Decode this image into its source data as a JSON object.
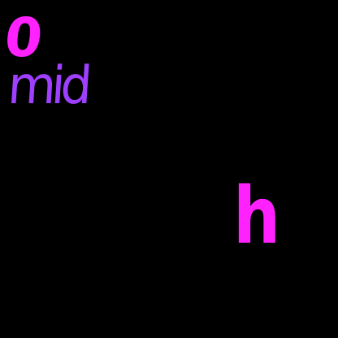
{
  "background_color": "#000000",
  "strokes": {
    "zero": {
      "text": "0",
      "color": "#ff22ff"
    },
    "mid": {
      "text": "mid",
      "color": "#9f3fff"
    },
    "h": {
      "text": "h",
      "color": "#ff22ff"
    }
  }
}
